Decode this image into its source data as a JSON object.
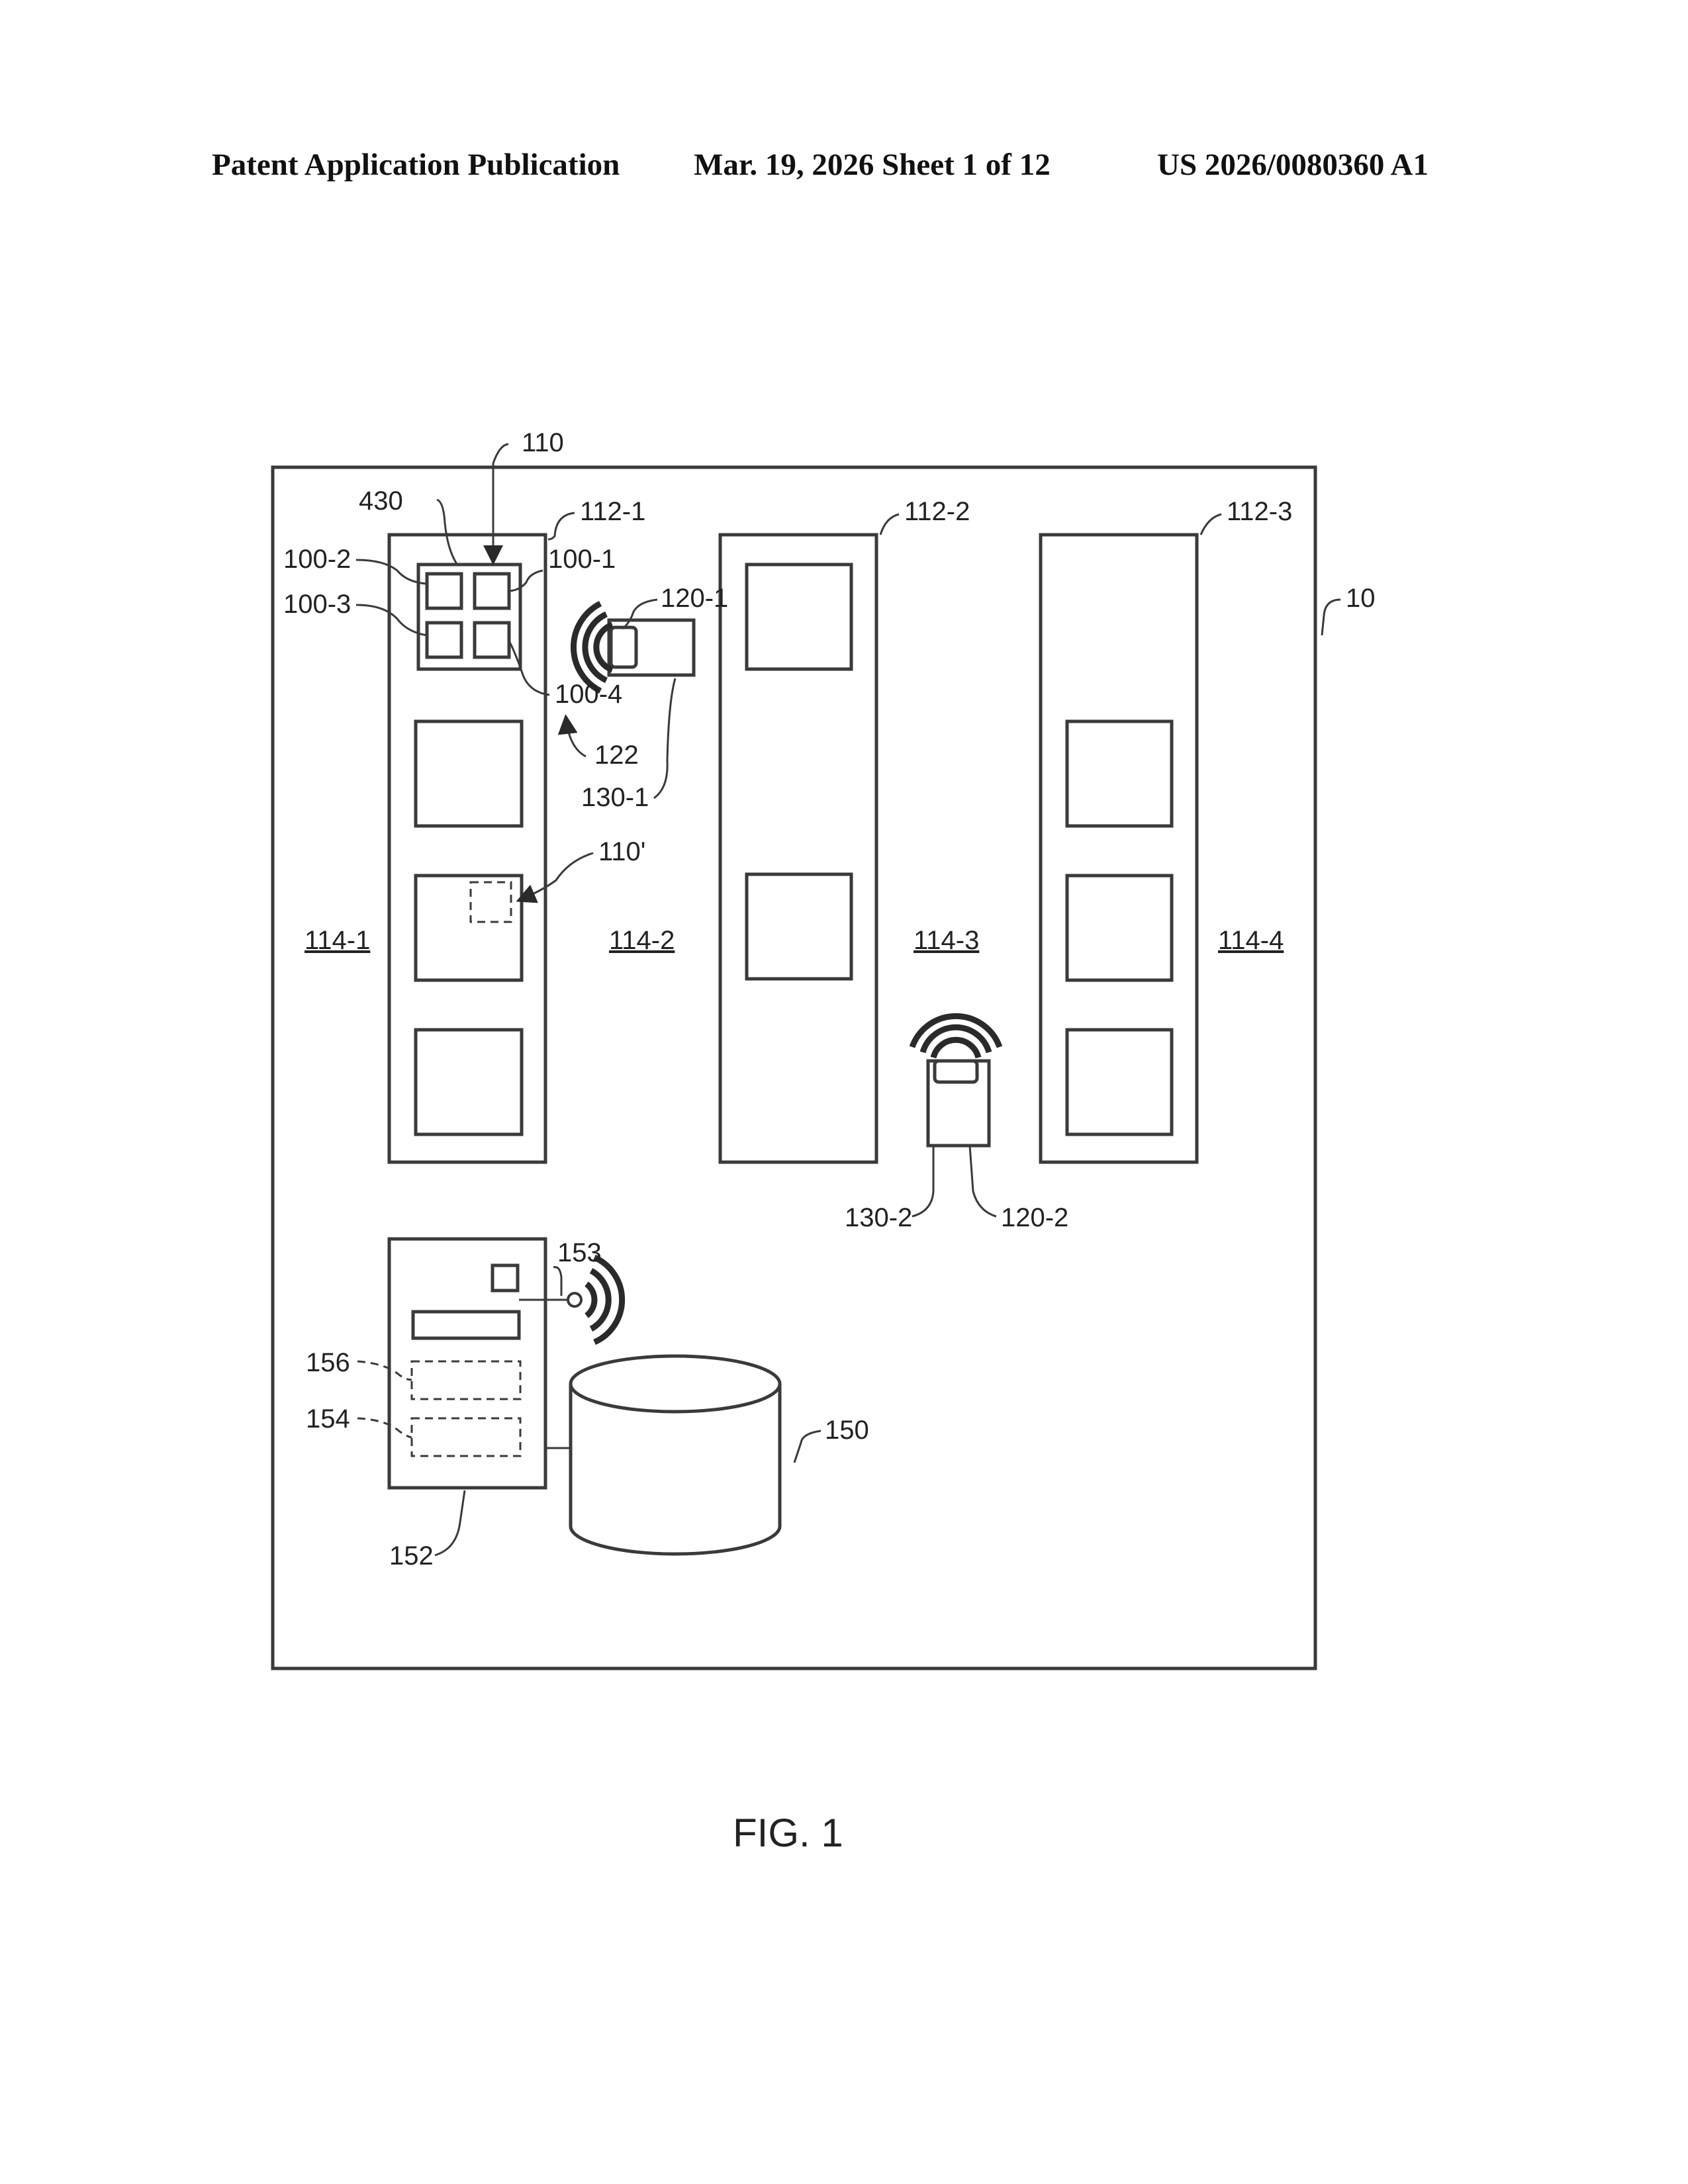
{
  "header": {
    "publication": "Patent Application Publication",
    "date_sheet": "Mar. 19, 2026  Sheet 1 of 12",
    "pub_number": "US 2026/0080360 A1"
  },
  "figure": {
    "caption": "FIG. 1",
    "labels": {
      "l10": "10",
      "l110": "110",
      "l110p": "110'",
      "l430": "430",
      "l112_1": "112-1",
      "l112_2": "112-2",
      "l112_3": "112-3",
      "l100_1": "100-1",
      "l100_2": "100-2",
      "l100_3": "100-3",
      "l100_4": "100-4",
      "l120_1": "120-1",
      "l120_2": "120-2",
      "l122": "122",
      "l130_1": "130-1",
      "l130_2": "130-2",
      "l114_1": "114-1",
      "l114_2": "114-2",
      "l114_3": "114-3",
      "l114_4": "114-4",
      "l150": "150",
      "l152": "152",
      "l153": "153",
      "l154": "154",
      "l156": "156"
    }
  }
}
